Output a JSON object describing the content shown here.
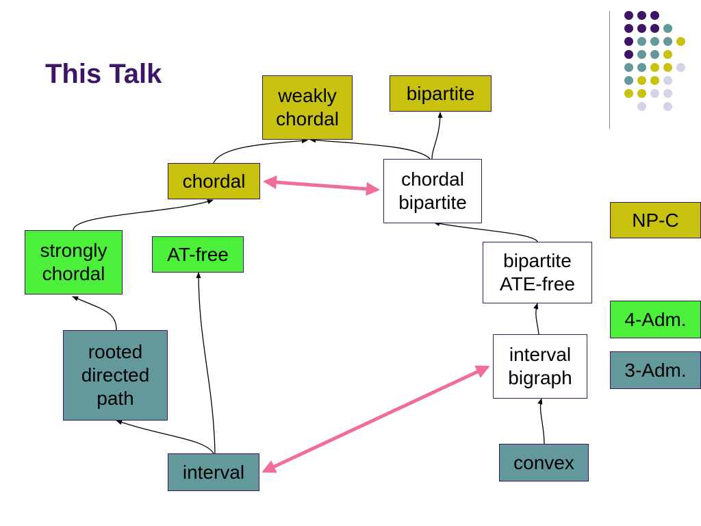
{
  "slide": {
    "title": "This Talk"
  },
  "nodes": {
    "weakly_chordal": {
      "label": "weakly\nchordal"
    },
    "bipartite": {
      "label": "bipartite"
    },
    "chordal": {
      "label": "chordal"
    },
    "chordal_bipartite": {
      "label": "chordal\nbipartite"
    },
    "strongly_chordal": {
      "label": "strongly\nchordal"
    },
    "at_free": {
      "label": "AT-free"
    },
    "bipartite_ate_free": {
      "label": "bipartite\nATE-free"
    },
    "rooted_directed_path": {
      "label": "rooted\ndirected\npath"
    },
    "interval_bigraph": {
      "label": "interval\nbigraph"
    },
    "interval": {
      "label": "interval"
    },
    "convex": {
      "label": "convex"
    }
  },
  "legend": {
    "np_c": {
      "label": "NP-C",
      "color": "#c8c20e"
    },
    "adm4": {
      "label": "4-Adm.",
      "color": "#4cf03a"
    },
    "adm3": {
      "label": "3-Adm.",
      "color": "#63999b"
    }
  },
  "colors": {
    "title": "#3d1566",
    "edge": "#000000",
    "equivalence_edge": "#f06c9b",
    "decor_purple": "#3d1566",
    "decor_teal": "#63999b",
    "decor_yellow": "#c8c20e",
    "decor_lavender": "#d4d4e8"
  }
}
